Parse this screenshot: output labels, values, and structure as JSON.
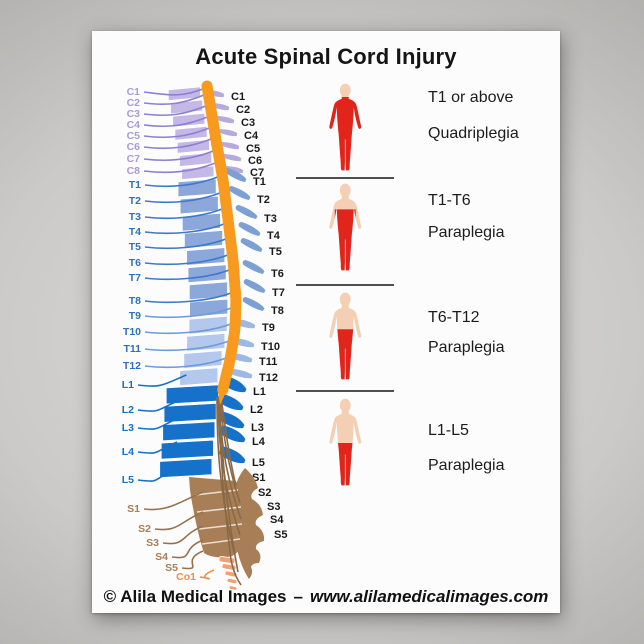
{
  "title": "Acute Spinal Cord Injury",
  "injury_rows": [
    {
      "level": "T1 or above",
      "condition": "Quadriplegia"
    },
    {
      "level": "T1-T6",
      "condition": "Paraplegia"
    },
    {
      "level": "T6-T12",
      "condition": "Paraplegia"
    },
    {
      "level": "L1-L5",
      "condition": "Paraplegia"
    }
  ],
  "figure_colors": {
    "skin": "#f4cfb4",
    "paralyzed": "#e1251b"
  },
  "credit": {
    "text": "© Alila Medical Images",
    "separator": "–",
    "website": "www.alilamedicalimages.com"
  },
  "spine": {
    "cord_color": "#f79a1d",
    "cauda_color": "#8a6a46",
    "left_labels": {
      "cervical": [
        "C1",
        "C2",
        "C3",
        "C4",
        "C5",
        "C6",
        "C7",
        "C8"
      ],
      "thoracic": [
        "T1",
        "T2",
        "T3",
        "T4",
        "T5",
        "T6",
        "T7",
        "T8",
        "T9",
        "T10",
        "T11",
        "T12"
      ],
      "lumbar": [
        "L1",
        "L2",
        "L3",
        "L4",
        "L5"
      ],
      "sacral": [
        "S1",
        "S2",
        "S3",
        "S4",
        "S5"
      ],
      "coccygeal": [
        "Co1"
      ]
    },
    "right_labels": {
      "cervical": [
        "C1",
        "C2",
        "C3",
        "C4",
        "C5",
        "C6",
        "C7"
      ],
      "thoracic": [
        "T1",
        "T2",
        "T3",
        "T4",
        "T5",
        "T6",
        "T7",
        "T8",
        "T9",
        "T10",
        "T11",
        "T12"
      ],
      "lumbar": [
        "L1",
        "L2",
        "L3",
        "L4",
        "L5"
      ],
      "sacral": [
        "S1",
        "S2",
        "S3",
        "S4",
        "S5"
      ]
    },
    "region_colors": {
      "cervical": {
        "band": "#c3b8e6",
        "fin": "#b5a9dd",
        "line": "#8d80cf",
        "label": "#a89cd8"
      },
      "thoracic_upper": {
        "band": "#8ca8da",
        "fin": "#7da0d4",
        "line": "#3f79c9",
        "label": "#2e6fc0"
      },
      "thoracic_lower": {
        "band": "#b3c8ec",
        "fin": "#9cb9e4",
        "line": "#6f9bd8",
        "label": "#2e6fc0"
      },
      "lumbar": {
        "band": "#1571c9",
        "fin": "#1571c9",
        "line": "#1571c9",
        "label": "#1571c9"
      },
      "sacral": {
        "body": "#a87e57",
        "line": "#97714b",
        "label": "#a87e57"
      },
      "coccygeal": {
        "body": "#efa075",
        "label": "#ef8d4a"
      }
    }
  }
}
